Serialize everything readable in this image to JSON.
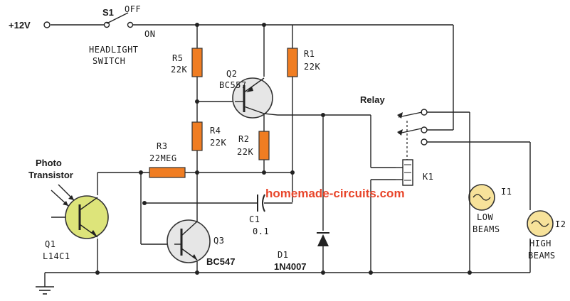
{
  "colors": {
    "resistor_fill": "#f07d22",
    "transistor_fill": "#e6e6e6",
    "photo_fill": "#dde47a",
    "lamp_fill": "#f7e29a",
    "watermark": "#e8452a",
    "wire": "#222222"
  },
  "supply": {
    "label": "+12V"
  },
  "switch": {
    "ref": "S1",
    "off": "OFF",
    "on": "ON",
    "name_line1": "HEADLIGHT",
    "name_line2": "SWITCH"
  },
  "r5": {
    "ref": "R5",
    "value": "22K"
  },
  "q2": {
    "ref": "Q2",
    "part": "BC557"
  },
  "r1": {
    "ref": "R1",
    "value": "22K"
  },
  "r4": {
    "ref": "R4",
    "value": "22K"
  },
  "r2": {
    "ref": "R2",
    "value": "22K"
  },
  "r3": {
    "ref": "R3",
    "value": "22MEG"
  },
  "photo": {
    "line1": "Photo",
    "line2": "Transistor",
    "ref": "Q1",
    "part": "L14C1"
  },
  "c1": {
    "ref": "C1",
    "value": "0.1"
  },
  "q3": {
    "ref": "Q3",
    "part": "BC547"
  },
  "d1": {
    "ref": "D1",
    "part": "1N4007"
  },
  "relay": {
    "title": "Relay",
    "ref": "K1"
  },
  "lamp1": {
    "ref": "I1",
    "line1": "LOW",
    "line2": "BEAMS"
  },
  "lamp2": {
    "ref": "I2",
    "line1": "HIGH",
    "line2": "BEAMS"
  },
  "watermark": "homemade-circuits.com"
}
